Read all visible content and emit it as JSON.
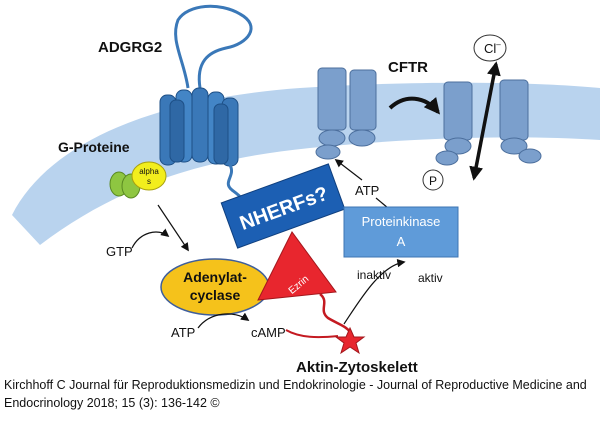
{
  "labels": {
    "adgrg2": "ADGRG2",
    "g_proteine": "G-Proteine",
    "alpha_line1": "alpha",
    "alpha_line2": "s",
    "cftr": "CFTR",
    "chloride": "Cl",
    "chloride_sup": "–",
    "phosphate": "P",
    "atp_top": "ATP",
    "nherfs": "NHERFs?",
    "pka_line1": "Proteinkinase",
    "pka_line2": "A",
    "gtp": "GTP",
    "ac_line1": "Adenylat-",
    "ac_line2": "cyclase",
    "ezrin": "Ezrin",
    "inaktiv": "inaktiv",
    "aktiv": "aktiv",
    "atp_bottom": "ATP",
    "camp": "cAMP",
    "aktin": "Aktin-Zytoskelett"
  },
  "caption": {
    "line1": "Kirchhoff C Journal für Reproduktionsmedizin und Endokrinologie - Journal of Reproductive Medicine and",
    "line2": "Endocrinology 2018; 15 (3): 136-142 ©"
  },
  "colors": {
    "membrane": "#b9d3ee",
    "receptor": "#3a78b8",
    "cftr": "#7b9fcc",
    "nherf": "#1c5fb3",
    "pka": "#5f9bd9",
    "adenylate": "#f5c21b",
    "ezrin": "#e8262e",
    "gprotein": "#8ec641",
    "alpha": "#f2ee1d"
  }
}
